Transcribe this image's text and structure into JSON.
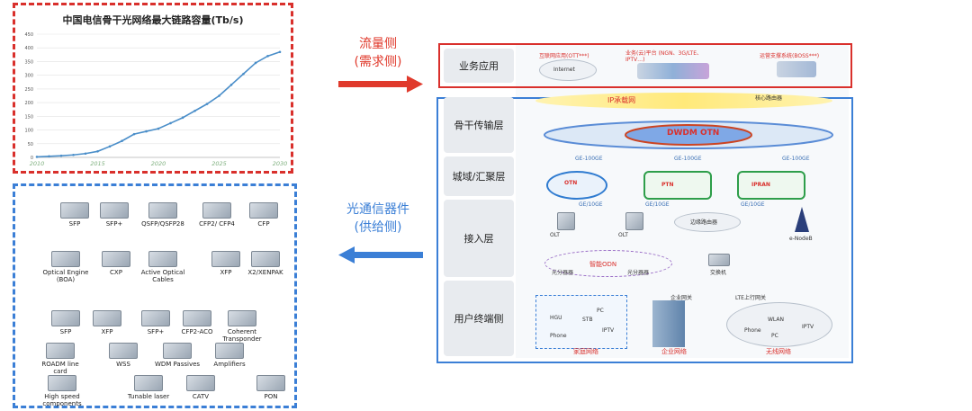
{
  "chart_data": {
    "type": "line",
    "title": "中国电信骨干光网络最大链路容量(Tb/s)",
    "xlabel": "",
    "ylabel": "",
    "x": [
      2010,
      2011,
      2012,
      2013,
      2014,
      2015,
      2016,
      2017,
      2018,
      2019,
      2020,
      2021,
      2022,
      2023,
      2024,
      2025,
      2026,
      2027,
      2028,
      2029,
      2030
    ],
    "values": [
      2,
      4,
      6,
      9,
      14,
      22,
      40,
      60,
      85,
      95,
      105,
      125,
      145,
      170,
      195,
      225,
      265,
      305,
      345,
      370,
      385
    ],
    "xlim": [
      2010,
      2030
    ],
    "ylim": [
      0,
      450
    ],
    "x_ticks": [
      "2010",
      "2015",
      "2020",
      "2025",
      "2030"
    ],
    "y_ticks": [
      "0",
      "50",
      "100",
      "150",
      "200",
      "250",
      "300",
      "350",
      "400",
      "450"
    ],
    "grid": true,
    "line_color": "#4a8ec9"
  },
  "demand_label_line1": "流量侧",
  "demand_label_line2": "(需求侧)",
  "supply_label_line1": "光通信器件",
  "supply_label_line2": "(供给侧)",
  "components": {
    "row1": [
      "SFP",
      "SFP+",
      "QSFP/QSFP28",
      "CFP2/ CFP4",
      "CFP"
    ],
    "row2": [
      "Optical Engine (BOA)",
      "CXP",
      "Active Optical Cables",
      "XFP",
      "X2/XENPAK"
    ],
    "row3": [
      "SFP",
      "XFP",
      "SFP+",
      "CFP2-ACO",
      "Coherent Transponder"
    ],
    "row4": [
      "ROADM line card",
      "WSS",
      "WDM Passives",
      "Amplifiers"
    ],
    "row5": [
      "High speed components",
      "Tunable laser",
      "CATV",
      "PON"
    ]
  },
  "layers": [
    "业务应用",
    "骨干传输层",
    "城域/汇聚层",
    "接入层",
    "用户终端侧"
  ],
  "services": {
    "internet_title": "互联网应用(OTT***)",
    "internet_cloud": "Internet",
    "platform_title": "业务(云)平台 (NGN、3G/LTE、IPTV…)",
    "support_title": "运营支撑系统(BOSS***)"
  },
  "backbone": {
    "ip": "IP承载网",
    "router": "核心路由器",
    "otn": "DWDM OTN",
    "ge_left": "GE-100GE",
    "ge_mid": "GE-100GE",
    "ge_right": "GE-100GE"
  },
  "metro": {
    "otn": "OTN",
    "ptn": "PTN",
    "ipran": "IPRAN",
    "ge1": "GE/10GE",
    "ge2": "GE/10GE",
    "ge3": "GE/10GE"
  },
  "access": {
    "olt1": "OLT",
    "olt2": "OLT",
    "edge_router": "边缘路由器",
    "enodeb": "e-NodeB",
    "odn": "智能ODN",
    "splitter1": "光分器器",
    "splitter2": "光分器器",
    "switch": "交换机"
  },
  "terminal": {
    "hgu": "HGU",
    "stb": "STB",
    "pc1": "PC",
    "phone1": "Phone",
    "iptv1": "IPTV",
    "home": "家庭网络",
    "ent_gw": "企业网关",
    "enterprise": "企业网络",
    "lte_gw": "LTE上行网关",
    "wlan": "WLAN",
    "phone2": "Phone",
    "pc2": "PC",
    "iptv2": "IPTV",
    "wireless": "无线网络"
  }
}
